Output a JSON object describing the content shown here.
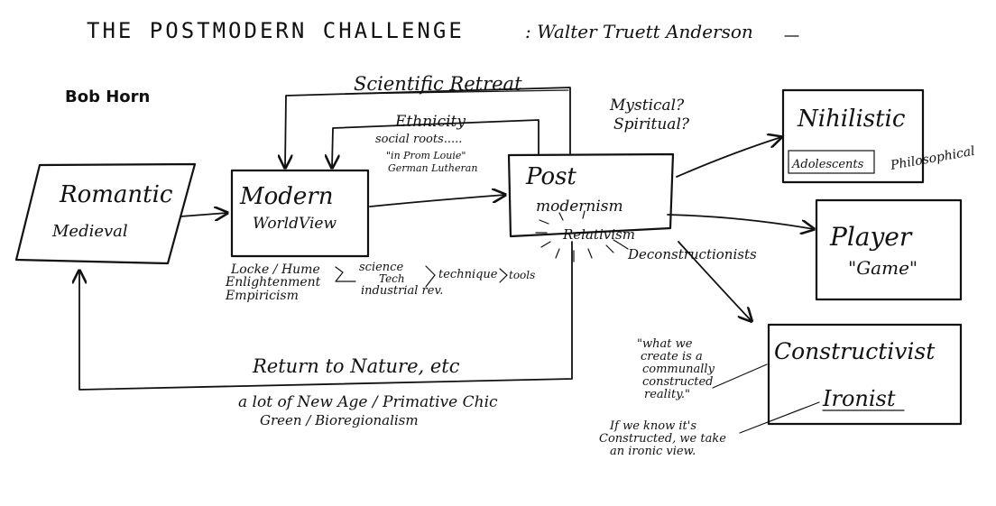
{
  "header": {
    "title": "THE POSTMODERN CHALLENGE",
    "author": ": Walter Truett Anderson",
    "credit": "Bob Horn"
  },
  "nodes": {
    "romantic": {
      "line1": "Romantic",
      "line2": "Medieval"
    },
    "modern": {
      "line1": "Modern",
      "line2": "WorldView"
    },
    "postmodern": {
      "line1": "Post",
      "line2": "modernism"
    },
    "nihilistic": {
      "line1": "Nihilistic",
      "sub1": "Adolescents",
      "sub2": "Philosophical"
    },
    "player": {
      "line1": "Player",
      "line2": "\"Game\""
    },
    "constructivist": {
      "line1": "Constructivist",
      "line2": "Ironist"
    }
  },
  "labels": {
    "scientific_retreat": "Scientific Retreat",
    "ethnicity": "Ethnicity",
    "social_roots": "social roots.....",
    "quote_line1": "\"in Prom Louie\"",
    "quote_line2": "German Lutheran",
    "mystical": "Mystical?",
    "spiritual": "Spiritual?",
    "relativism": "Relativism",
    "deconstructionists": "Deconstructionists",
    "locke_hume": "Locke / Hume",
    "enlightenment": "Enlightenment",
    "empiricism": "Empiricism",
    "science_tech": "science",
    "tech": "Tech",
    "industrial_rev": "industrial rev.",
    "technique": "technique",
    "tools": "tools",
    "return_to_nature": "Return to Nature, etc",
    "new_age": "a lot of New Age / Primative Chic",
    "green": "Green / Bioregionalism",
    "what_we_create_1": "\"what we",
    "what_we_create_2": "create is a",
    "what_we_create_3": "communally",
    "what_we_create_4": "constructed",
    "what_we_create_5": "reality.\"",
    "ironic_1": "If we know it's",
    "ironic_2": "Constructed, we take",
    "ironic_3": "an ironic view."
  }
}
